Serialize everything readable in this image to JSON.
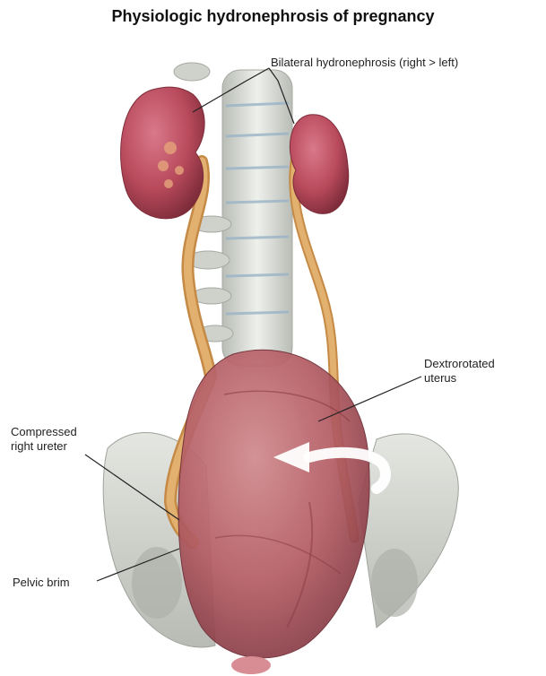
{
  "title": "Physiologic hydronephrosis of pregnancy",
  "labels": {
    "bilateral": "Bilateral hydronephrosis (right > left)",
    "dextro_line1": "Dextrorotated",
    "dextro_line2": "uterus",
    "compressed_line1": "Compressed",
    "compressed_line2": "right ureter",
    "pelvic_brim": "Pelvic brim"
  },
  "colors": {
    "kidney": "#b84a5c",
    "ureter": "#d9a05a",
    "spine": "#d8dcd6",
    "pelvis": "#cfd2cb",
    "uterus": "#a94f5a"
  }
}
